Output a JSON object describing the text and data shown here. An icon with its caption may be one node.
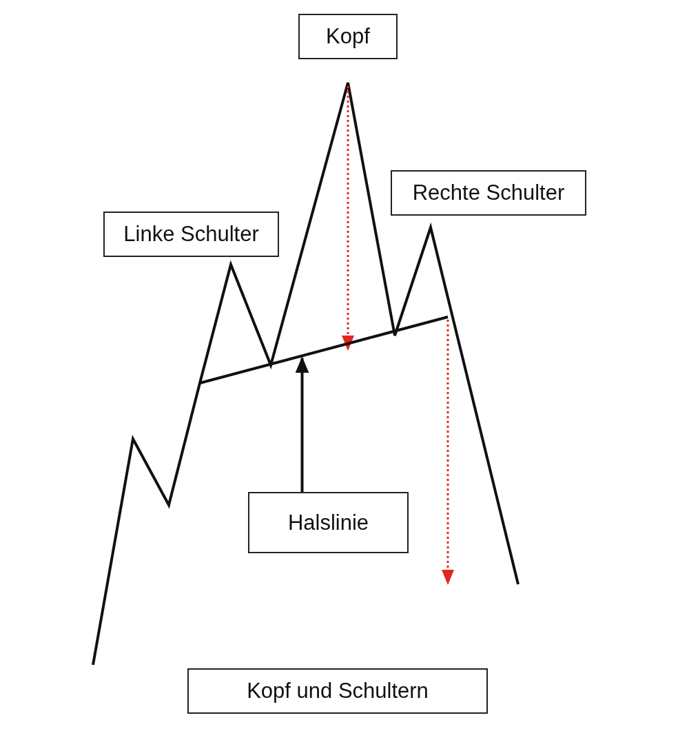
{
  "diagram": {
    "nodes": [
      {
        "text": [
          "Kopf"
        ]
      },
      {
        "text": [
          "Linke Schulter"
        ]
      },
      {
        "text": [
          "Rechte Schulter"
        ]
      },
      {
        "text": [
          "Halslinie"
        ]
      },
      {
        "text": [],
        "shape": "line"
      },
      {
        "text": [
          "Kopf und Schultern"
        ]
      }
    ],
    "edges": [
      {
        "from": 3,
        "to": 4,
        "arrow": "to"
      }
    ]
  }
}
